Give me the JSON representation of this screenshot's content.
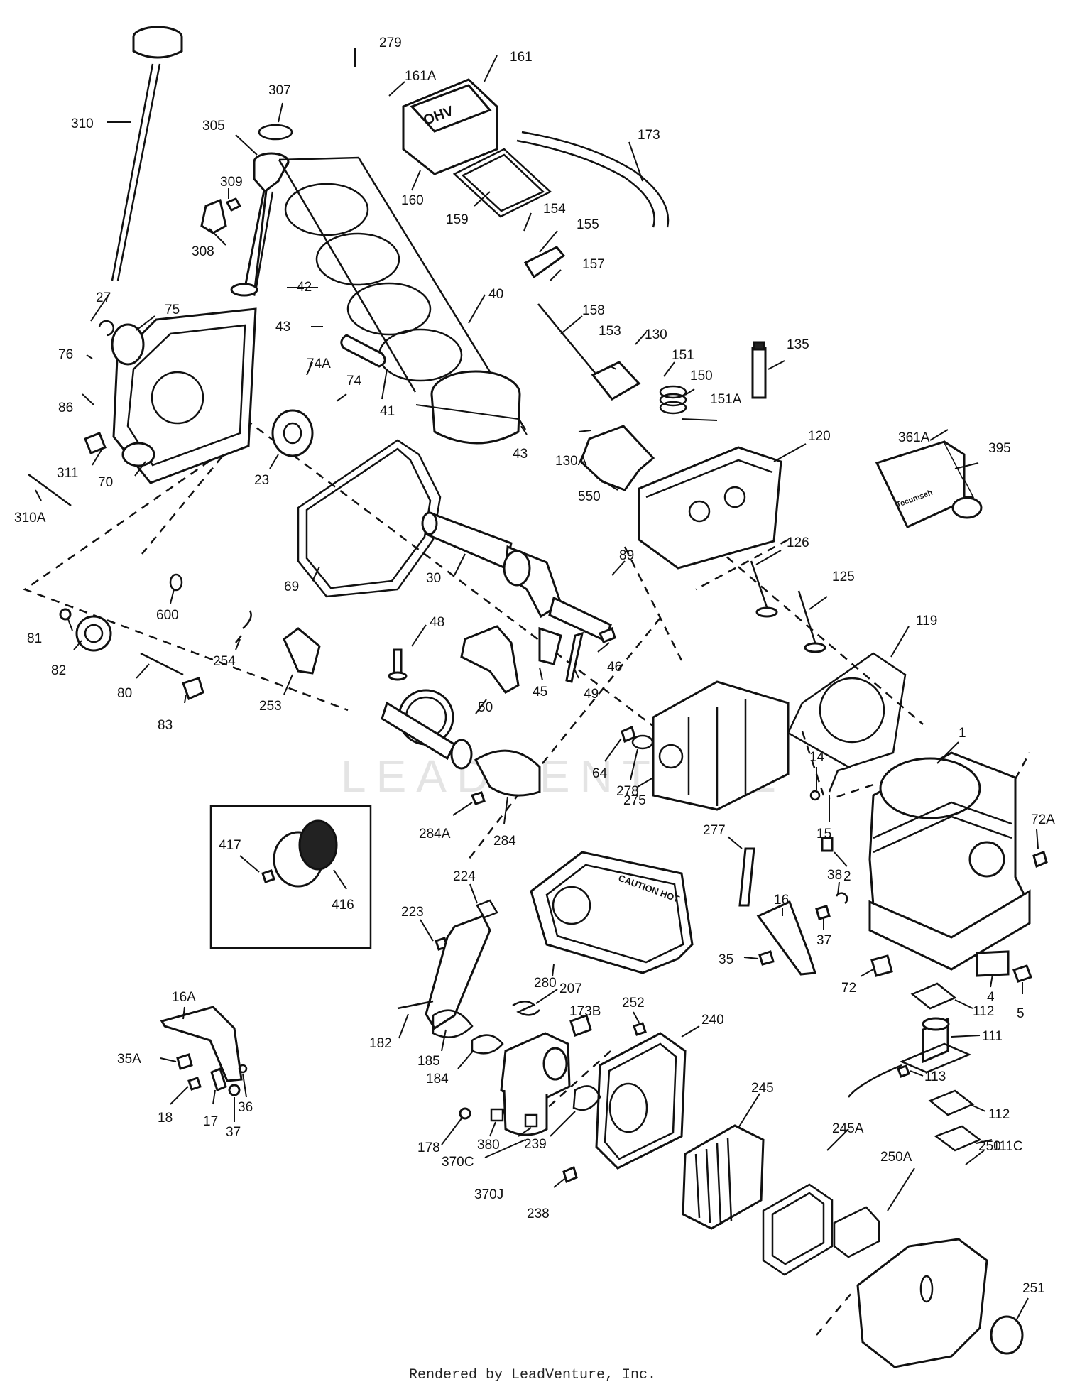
{
  "diagram": {
    "watermark": "LEADVENTURE",
    "footer": "Rendered by LeadVenture, Inc.",
    "embossed": {
      "valve_cover": "OHV",
      "muffler_guard": "CAUTION HOT",
      "starter": "Tecumseh"
    },
    "callouts": {
      "c279": "279",
      "c161": "161",
      "c161A": "161A",
      "c307": "307",
      "c310": "310",
      "c305": "305",
      "c173": "173",
      "c309": "309",
      "c160": "160",
      "c159": "159",
      "c154": "154",
      "c155": "155",
      "c308": "308",
      "c42": "42",
      "c157": "157",
      "c27": "27",
      "c75": "75",
      "c40": "40",
      "c158": "158",
      "c43a": "43",
      "c130": "130",
      "c153": "153",
      "c135": "135",
      "c76": "76",
      "c74A": "74A",
      "c151": "151",
      "c74": "74",
      "c150": "150",
      "c86": "86",
      "c151A": "151A",
      "c361A": "361A",
      "c41": "41",
      "c395": "395",
      "c43b": "43",
      "c130A": "130A",
      "c120": "120",
      "c311": "311",
      "c23": "23",
      "c70": "70",
      "c310A": "310A",
      "c550": "550",
      "c126": "126",
      "c89": "89",
      "c30": "30",
      "c69": "69",
      "c125": "125",
      "c600": "600",
      "c81": "81",
      "c48": "48",
      "c119": "119",
      "c82": "82",
      "c254": "254",
      "c46": "46",
      "c80": "80",
      "c45": "45",
      "c49": "49",
      "c253": "253",
      "c83": "83",
      "c50": "50",
      "c1": "1",
      "c14": "14",
      "c64": "64",
      "c278": "278",
      "c275": "275",
      "c72A": "72A",
      "c15": "15",
      "c284A": "284A",
      "c284": "284",
      "c277": "277",
      "c417": "417",
      "c416": "416",
      "c2": "2",
      "c224": "224",
      "c38": "38",
      "c16": "16",
      "c223": "223",
      "c37a": "37",
      "c35": "35",
      "c72": "72",
      "c16A": "16A",
      "c280": "280",
      "c4": "4",
      "c5": "5",
      "c207": "207",
      "c112a": "112",
      "c252": "252",
      "c240": "240",
      "c173B": "173B",
      "c111": "111",
      "c35A": "35A",
      "c182": "182",
      "c185": "185",
      "c113": "113",
      "c184": "184",
      "c245": "245",
      "c36": "36",
      "c18": "18",
      "c17": "17",
      "c37b": "37",
      "c112b": "112",
      "c245A": "245A",
      "c111C": "111C",
      "c178": "178",
      "c380": "380",
      "c239": "239",
      "c370C": "370C",
      "c250A": "250A",
      "c250": "250",
      "c370J": "370J",
      "c238": "238",
      "c251": "251"
    }
  }
}
